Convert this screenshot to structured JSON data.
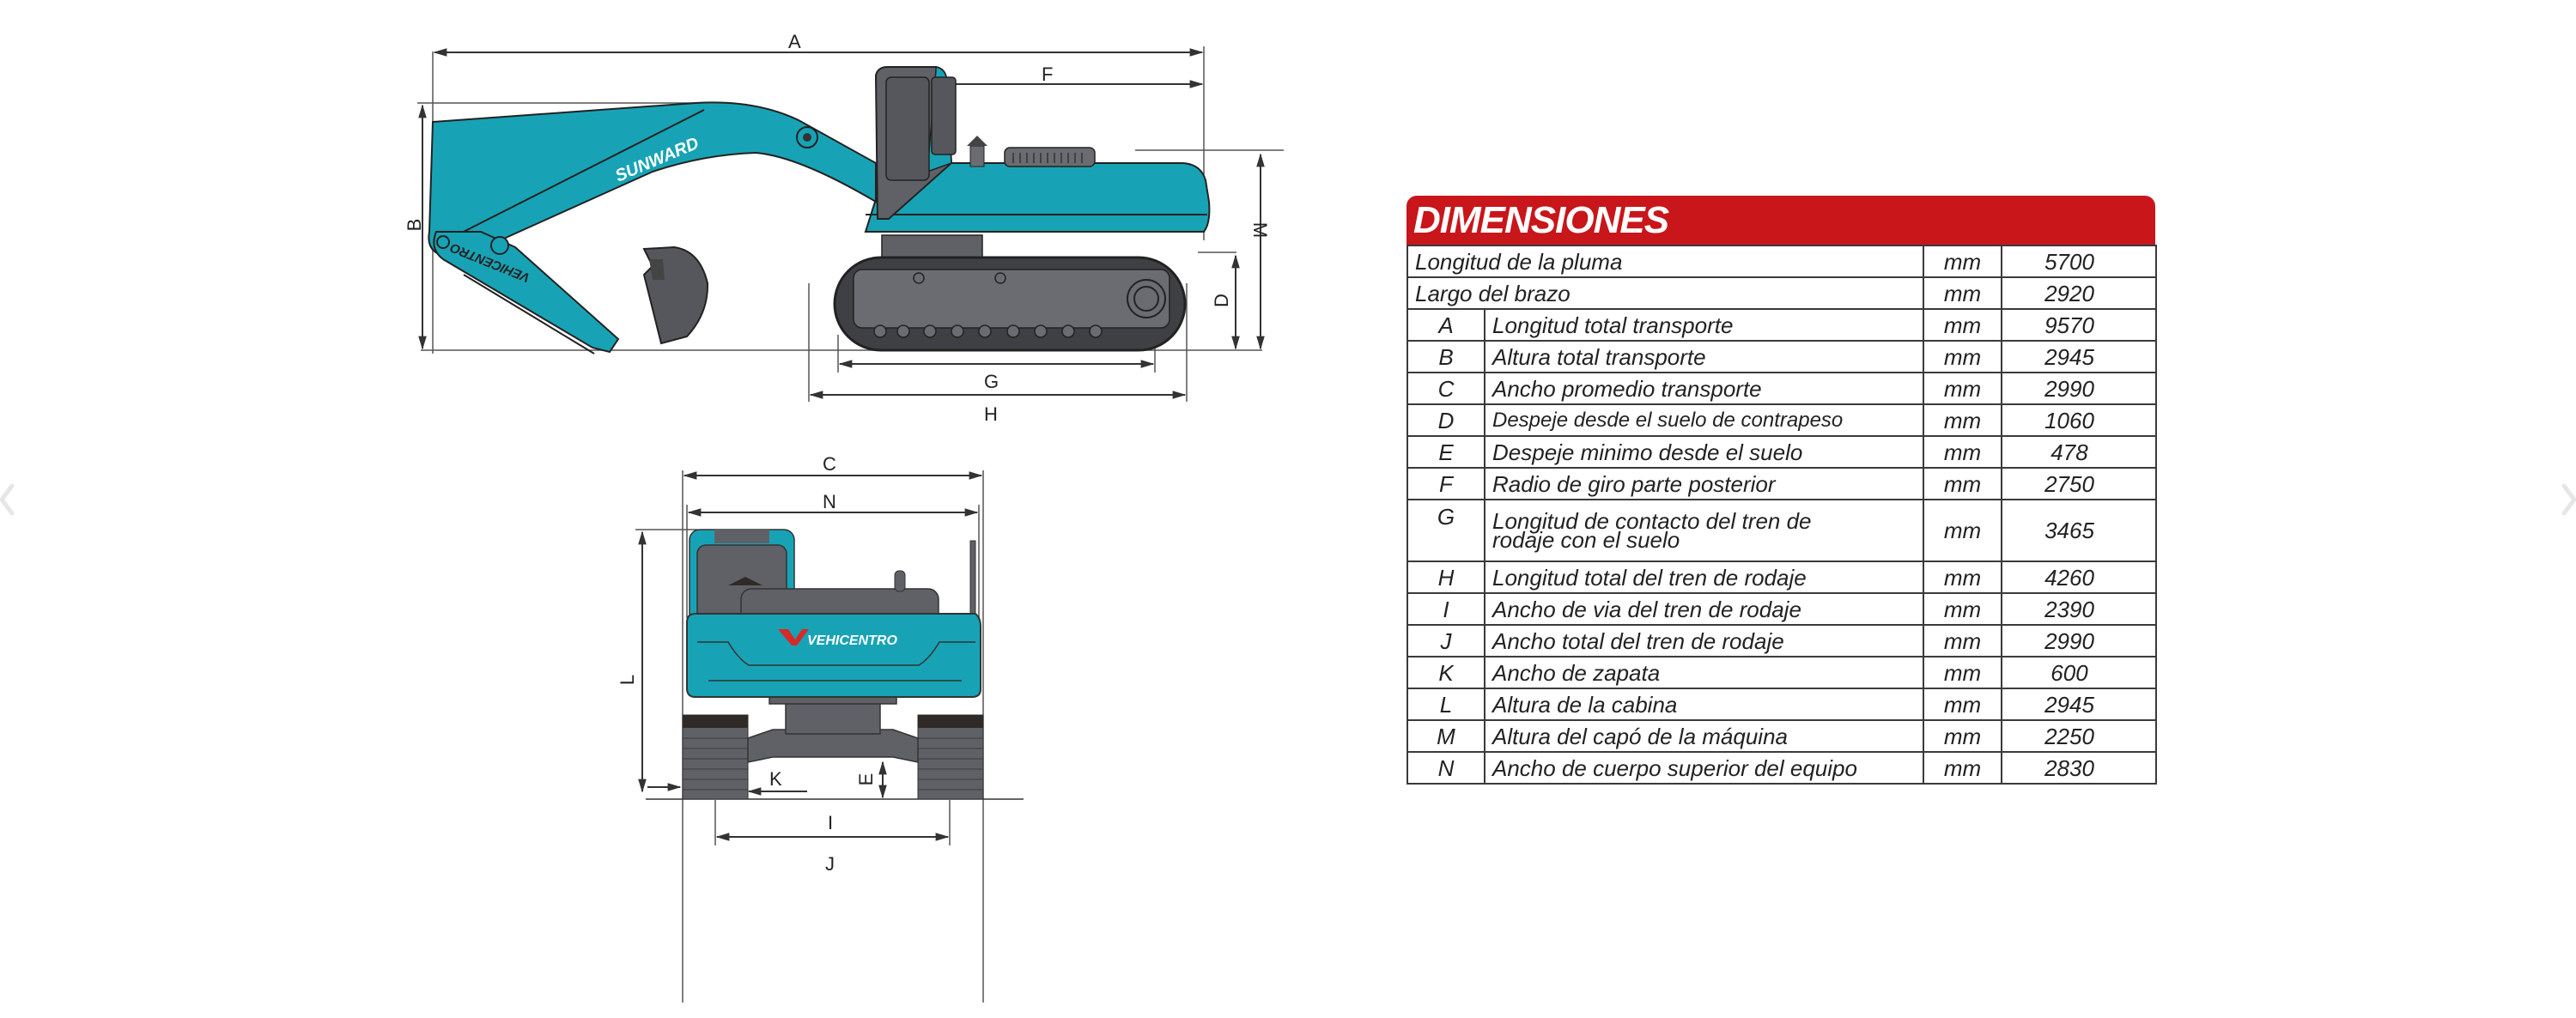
{
  "navigation": {
    "prev_icon": "chevron-left-icon",
    "next_icon": "chevron-right-icon"
  },
  "side_view": {
    "brand_boom": "SUNWARD",
    "brand_arm": "VEHICENTRO",
    "dimension_labels": {
      "A": "A",
      "B": "B",
      "D": "D",
      "F": "F",
      "G": "G",
      "H": "H",
      "M": "M"
    }
  },
  "rear_view": {
    "brand": "VEHICENTRO",
    "dimension_labels": {
      "C": "C",
      "N": "N",
      "L": "L",
      "K": "K",
      "E": "E",
      "I": "I",
      "J": "J"
    }
  },
  "colors": {
    "machine_teal": "#17a3b5",
    "machine_gray": "#5f6166",
    "header_red": "#c8161b",
    "brand_red": "#d42a2a"
  },
  "spec_table": {
    "title": "DIMENSIONES",
    "general_rows": [
      {
        "label": "Longitud de la pluma",
        "unit": "mm",
        "value": "5700"
      },
      {
        "label": "Largo del brazo",
        "unit": "mm",
        "value": "2920"
      }
    ],
    "rows": [
      {
        "letter": "A",
        "label": "Longitud total transporte",
        "unit": "mm",
        "value": "9570"
      },
      {
        "letter": "B",
        "label": "Altura total transporte",
        "unit": "mm",
        "value": "2945"
      },
      {
        "letter": "C",
        "label": "Ancho promedio transporte",
        "unit": "mm",
        "value": "2990"
      },
      {
        "letter": "D",
        "label": "Despeje desde el suelo de contrapeso",
        "unit": "mm",
        "value": "1060"
      },
      {
        "letter": "E",
        "label": "Despeje minimo desde el suelo",
        "unit": "mm",
        "value": "478"
      },
      {
        "letter": "F",
        "label": "Radio de giro parte posterior",
        "unit": "mm",
        "value": "2750"
      },
      {
        "letter": "G",
        "label": "Longitud de contacto del tren de rodaje con el suelo",
        "unit": "mm",
        "value": "3465"
      },
      {
        "letter": "H",
        "label": "Longitud total del tren de rodaje",
        "unit": "mm",
        "value": "4260"
      },
      {
        "letter": "I",
        "label": "Ancho de via del tren de rodaje",
        "unit": "mm",
        "value": "2390"
      },
      {
        "letter": "J",
        "label": "Ancho total del tren de rodaje",
        "unit": "mm",
        "value": "2990"
      },
      {
        "letter": "K",
        "label": "Ancho de zapata",
        "unit": "mm",
        "value": "600"
      },
      {
        "letter": "L",
        "label": "Altura de la cabina",
        "unit": "mm",
        "value": "2945"
      },
      {
        "letter": "M",
        "label": "Altura del capó de la máquina",
        "unit": "mm",
        "value": "2250"
      },
      {
        "letter": "N",
        "label": "Ancho de cuerpo superior del equipo",
        "unit": "mm",
        "value": "2830"
      }
    ]
  }
}
